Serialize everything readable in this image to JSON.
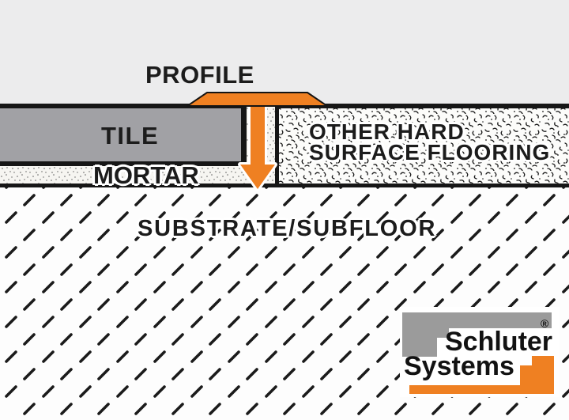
{
  "diagram": {
    "profile_label": "PROFILE",
    "tile_label": "TILE",
    "mortar_label": "MORTAR",
    "other_flooring_label_line1": "OTHER HARD",
    "other_flooring_label_line2": "SURFACE FLOORING",
    "substrate_label": "SUBSTRATE/SUBFLOOR"
  },
  "logo": {
    "brand_line1": "Schluter",
    "brand_line2": "Systems",
    "registered_symbol": "®"
  },
  "colors": {
    "profile_orange": "#EF8022",
    "tile_gray": "#A1A1A5",
    "logo_gray": "#9B9B9B",
    "top_background": "#ECECED",
    "line_black": "#161616"
  }
}
